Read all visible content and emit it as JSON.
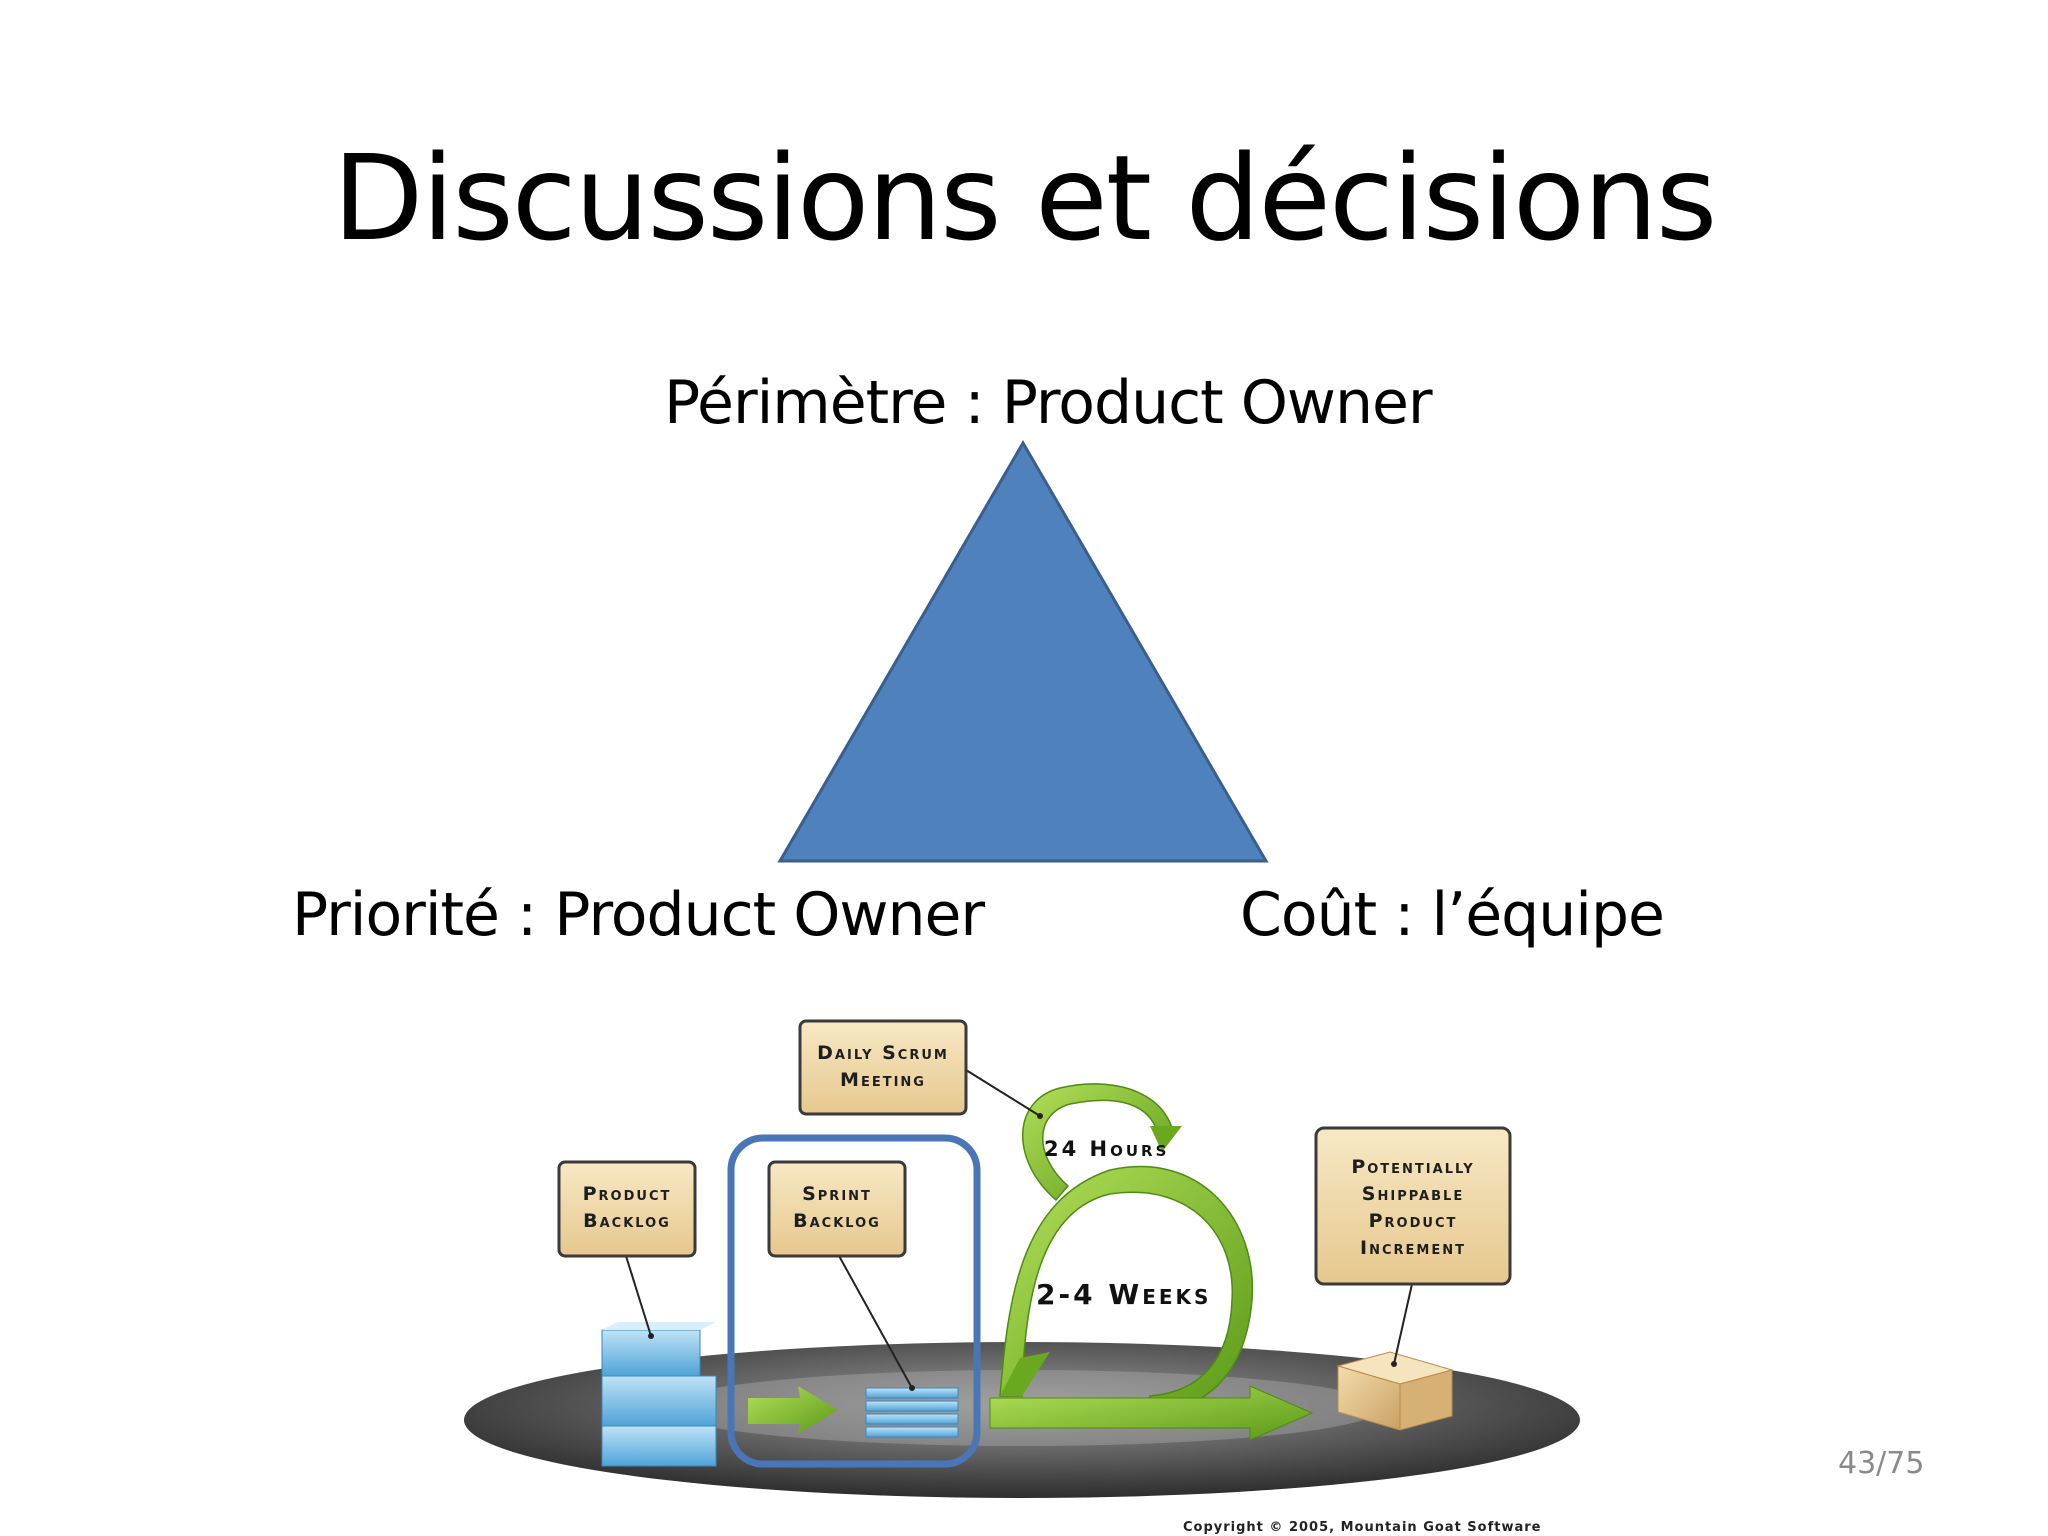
{
  "slide": {
    "title": "Discussions et décisions",
    "page_number": "43/75"
  },
  "triangle": {
    "fill": "#4f81bd",
    "stroke": "#3a5f8f",
    "labels": {
      "top": "Périmètre : Product Owner",
      "left": "Priorité : Product Owner",
      "right": "Coût : l’équipe"
    }
  },
  "scrum_diagram": {
    "boxes": {
      "product_backlog": "Product\nBacklog",
      "sprint_backlog": "Sprint\nBacklog",
      "daily_scrum": "Daily Scrum\nMeeting",
      "increment": "Potentially\nShippable\nProduct\nIncrement"
    },
    "cycle_labels": {
      "daily": "24 Hours",
      "sprint": "2-4 Weeks"
    },
    "copyright": "Copyright © 2005, Mountain Goat Software",
    "colors": {
      "highlight": "#4a76b8",
      "arrow_green": "#7dbb2a",
      "box_fill": "#f0d9a6",
      "platform": "#5a5a5a"
    }
  }
}
